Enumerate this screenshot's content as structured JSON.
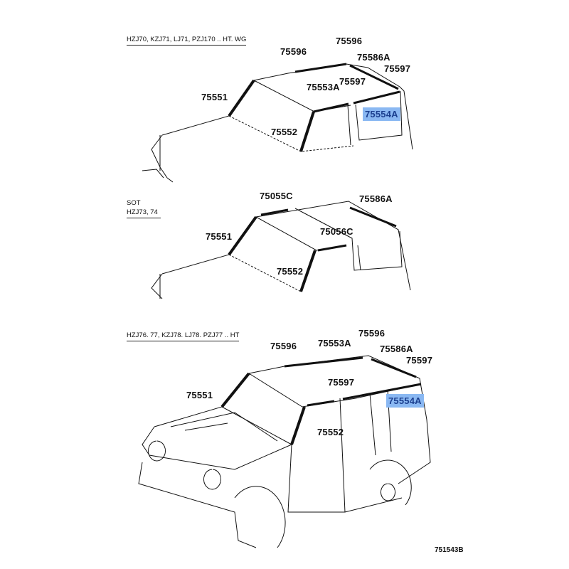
{
  "sections": [
    {
      "title": "HZJ70, KZJ71, LJ71, PZJ170 .. HT. WG",
      "labels": [
        "75596",
        "75596",
        "75586A",
        "75597",
        "75597",
        "75553A",
        "75551",
        "75554A",
        "75552"
      ]
    },
    {
      "title_line1": "SOT",
      "title_line2": "HZJ73, 74",
      "labels": [
        "75055C",
        "75586A",
        "75551",
        "75056C",
        "75552"
      ]
    },
    {
      "title": "HZJ76. 77, KZJ78. LJ78. PZJ77 .. HT",
      "labels": [
        "75596",
        "75553A",
        "75596",
        "75586A",
        "75597",
        "75597",
        "75551",
        "75554A",
        "75552"
      ]
    }
  ],
  "highlight_color": "#8ab8f2",
  "diagram_code": "751543B"
}
